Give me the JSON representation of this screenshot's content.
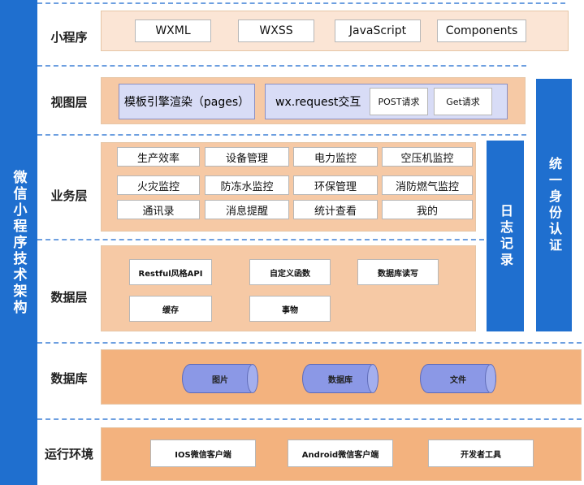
{
  "side_title": "微信小程序技术架构",
  "layers": {
    "miniprogram": {
      "label": "小程序",
      "items": [
        "WXML",
        "WXSS",
        "JavaScript",
        "Components"
      ]
    },
    "view": {
      "label": "视图层",
      "template": "模板引擎渲染（pages）",
      "request": "wx.request交互",
      "post": "POST请求",
      "get": "Get请求"
    },
    "business": {
      "label": "业务层",
      "items": [
        "生产效率",
        "设备管理",
        "电力监控",
        "空压机监控",
        "火灾监控",
        "防冻水监控",
        "环保管理",
        "消防燃气监控",
        "通讯录",
        "消息提醒",
        "统计查看",
        "我的"
      ]
    },
    "data": {
      "label": "数据层",
      "items": [
        "Restful风格API",
        "自定义函数",
        "数据库读写",
        "缓存",
        "事物"
      ]
    },
    "database": {
      "label": "数据库",
      "items": [
        "图片",
        "数据库",
        "文件"
      ]
    },
    "runtime": {
      "label": "运行环境",
      "items": [
        "IOS微信客户端",
        "Android微信客户端",
        "开发者工具"
      ]
    }
  },
  "side_bars": {
    "log": "日志记录",
    "auth": "统一身份认证"
  }
}
